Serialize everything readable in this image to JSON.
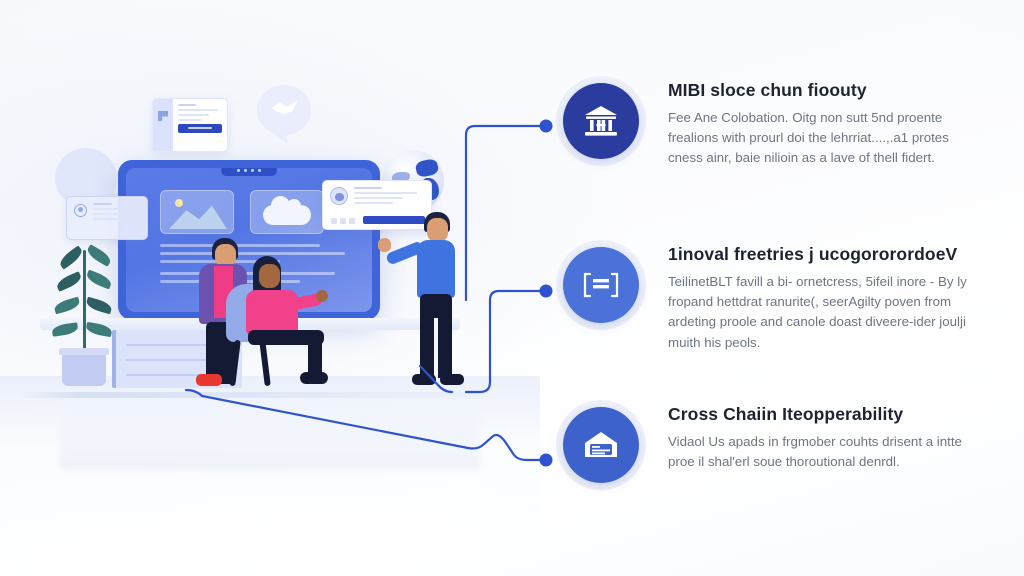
{
  "page": {
    "type": "infographic-slide",
    "background_color": "#f8fafd",
    "accent_navy": "#2a3c9e",
    "accent_blue": "#4a72d8",
    "connector_color": "#2f52cf",
    "title_color": "#1d2430",
    "body_color": "#6e7684"
  },
  "illustration": {
    "name": "team-collaboration-illustration",
    "alt": "Three people around a desk with a large monitor, floating UI cards, a globe and a potted plant",
    "monitor": {
      "name": "dashboard-monitor"
    },
    "floating_cards": [
      "notification-card",
      "profile-verify-card",
      "stats-card"
    ],
    "globe": {
      "name": "globe-graphic"
    },
    "plant": {
      "name": "potted-plant"
    }
  },
  "features": [
    {
      "icon": "bank-institution-icon",
      "icon_style": "c-navy",
      "title": "MIBI sloce chun fioouty",
      "desc": "Fee Ane Colobation. Oitg non sutt 5nd proente frealions with prourl doi the lehrriat....,.a1 protes cness ainr, baie nilioin as a lave of thell fidert."
    },
    {
      "icon": "smart-contract-brackets-icon",
      "icon_style": "c-blue",
      "title": "1inoval freetries j ucogororordoeV",
      "desc": "TeilinetBLT favill a bi- ornetcress, 5ifeil inore - By ly fropand hettdrat ranurite(, seerAgilty poven from ardeting proole and canole doast diveere-ider joulji muith his peols."
    },
    {
      "icon": "cross-chain-bridge-icon",
      "icon_style": "c-blue2",
      "title": "Cross Chaiin Iteopperability",
      "desc": "Vidaol Us apads in frgmober couhts drisent a intte proe il shal'erl soue thoroutional denrdl."
    }
  ],
  "connectors": [
    {
      "name": "connector-to-feature-1"
    },
    {
      "name": "connector-to-feature-2"
    },
    {
      "name": "connector-to-feature-3"
    }
  ]
}
